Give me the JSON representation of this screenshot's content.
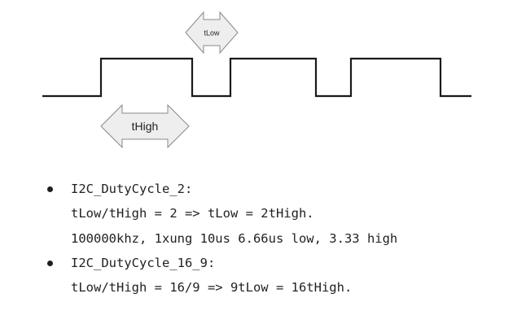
{
  "diagram": {
    "tlow_label": "tLow",
    "thigh_label": "tHigh",
    "signal": {
      "description_levels": [
        "low",
        "high"
      ],
      "stroke_color": "#1a1a1a"
    },
    "arrow_fill": "#eeeeee",
    "arrow_stroke": "#8a8a8a"
  },
  "notes": {
    "items": [
      {
        "title": "I2C_DutyCycle_2:",
        "lines": [
          "tLow/tHigh = 2 => tLow = 2tHigh.",
          "100000khz, 1xung 10us 6.66us low, 3.33 high"
        ]
      },
      {
        "title": "I2C_DutyCycle_16_9:",
        "lines": [
          "tLow/tHigh = 16/9 => 9tLow = 16tHigh."
        ]
      }
    ]
  }
}
